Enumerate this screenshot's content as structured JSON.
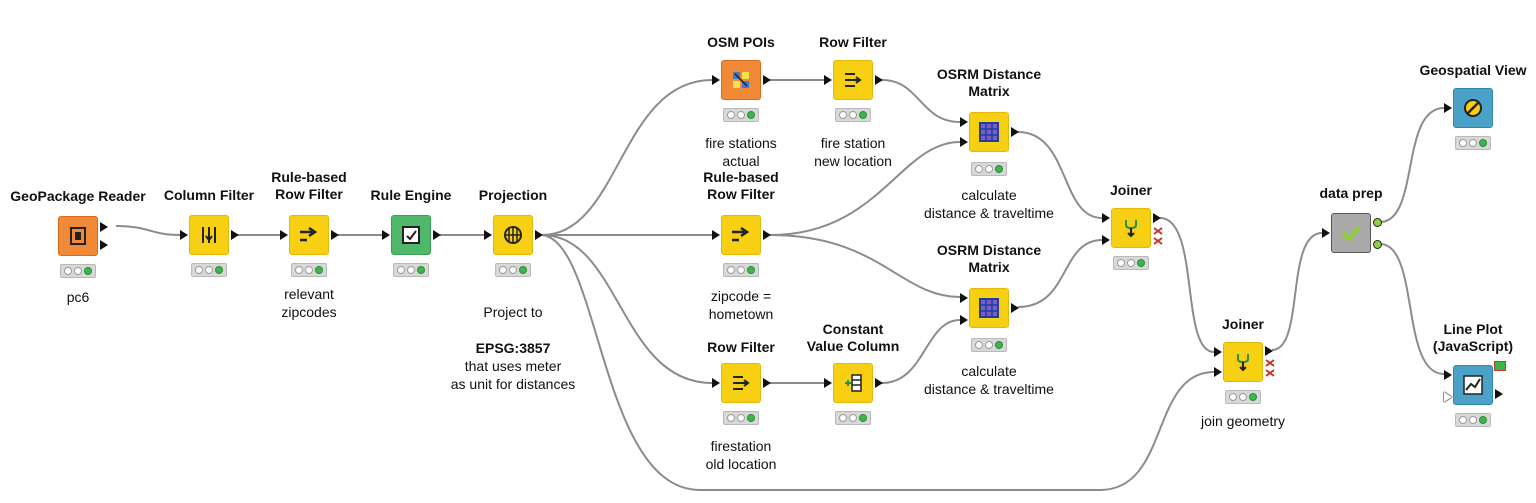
{
  "nodes": {
    "geopackage_reader": {
      "title": "GeoPackage Reader",
      "note": "pc6",
      "icon": "document-reader-icon"
    },
    "column_filter": {
      "title": "Column Filter",
      "note": "",
      "icon": "column-filter-icon"
    },
    "rule_row_filter_1": {
      "title": "Rule-based\nRow Filter",
      "note": "relevant\nzipcodes",
      "icon": "arrow-filter-icon"
    },
    "rule_engine": {
      "title": "Rule Engine",
      "note": "",
      "icon": "rule-engine-icon"
    },
    "projection": {
      "title": "Projection",
      "note_line1": "Project to",
      "note_bold": "EPSG:3857",
      "note_line3": "that uses meter\nas unit for distances",
      "icon": "globe-grid-icon"
    },
    "osm_pois": {
      "title": "OSM POIs",
      "note": "fire stations\nactual",
      "icon": "map-pois-icon"
    },
    "rule_row_filter_2": {
      "title": "Rule-based\nRow Filter",
      "note": "zipcode =\nhometown",
      "icon": "arrow-filter-icon"
    },
    "row_filter_1": {
      "title": "Row Filter",
      "note": "fire station\nnew location",
      "icon": "row-filter-icon"
    },
    "row_filter_2": {
      "title": "Row Filter",
      "note": "firestation\nold location",
      "icon": "row-filter-icon"
    },
    "constant_value_column": {
      "title": "Constant\nValue Column",
      "note": "",
      "icon": "constant-column-icon"
    },
    "osrm_matrix_1": {
      "title": "OSRM Distance\nMatrix",
      "note": "calculate\ndistance & traveltime",
      "icon": "matrix-grid-icon"
    },
    "osrm_matrix_2": {
      "title": "OSRM Distance\nMatrix",
      "note": "calculate\ndistance & traveltime",
      "icon": "matrix-grid-icon"
    },
    "joiner_1": {
      "title": "Joiner",
      "note": "",
      "icon": "joiner-icon"
    },
    "joiner_2": {
      "title": "Joiner",
      "note": "join geometry",
      "icon": "joiner-icon"
    },
    "data_prep": {
      "title": "data prep",
      "note": "",
      "icon": "checkmark-icon"
    },
    "geospatial_view": {
      "title": "Geospatial View",
      "note": "",
      "icon": "compass-view-icon"
    },
    "line_plot": {
      "title": "Line Plot\n(JavaScript)",
      "note": "",
      "icon": "line-chart-icon"
    }
  },
  "colors": {
    "yellow_node": "#f7cf13",
    "orange_node": "#f08a37",
    "green_node": "#4fb86a",
    "blue_node": "#4aa2c8",
    "grey_node": "#a9a9a9",
    "wire": "#8c8c8c",
    "status_ok": "#3cb54a"
  }
}
